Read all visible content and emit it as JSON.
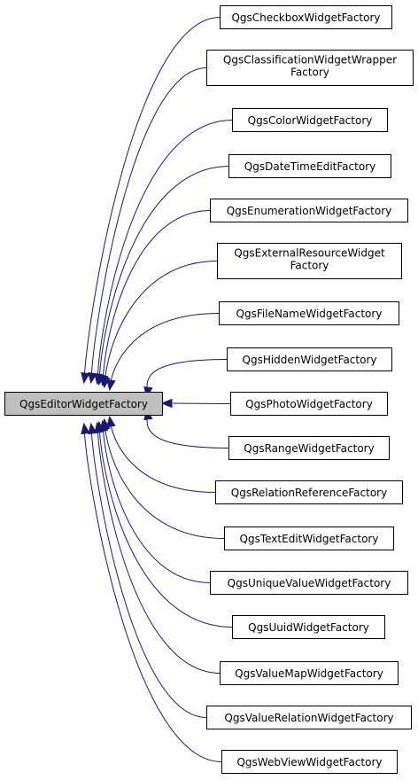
{
  "colors": {
    "edge": "#191970",
    "base_fill": "#bfbfbf",
    "node_fill": "#ffffff"
  },
  "base_class": {
    "name": "QgsEditorWidgetFactory"
  },
  "derived_classes": [
    {
      "name": "QgsCheckboxWidgetFactory",
      "lines": [
        "QgsCheckboxWidgetFactory"
      ]
    },
    {
      "name": "QgsClassificationWidgetWrapperFactory",
      "lines": [
        "QgsClassificationWidgetWrapper",
        "Factory"
      ]
    },
    {
      "name": "QgsColorWidgetFactory",
      "lines": [
        "QgsColorWidgetFactory"
      ]
    },
    {
      "name": "QgsDateTimeEditFactory",
      "lines": [
        "QgsDateTimeEditFactory"
      ]
    },
    {
      "name": "QgsEnumerationWidgetFactory",
      "lines": [
        "QgsEnumerationWidgetFactory"
      ]
    },
    {
      "name": "QgsExternalResourceWidgetFactory",
      "lines": [
        "QgsExternalResourceWidget",
        "Factory"
      ]
    },
    {
      "name": "QgsFileNameWidgetFactory",
      "lines": [
        "QgsFileNameWidgetFactory"
      ]
    },
    {
      "name": "QgsHiddenWidgetFactory",
      "lines": [
        "QgsHiddenWidgetFactory"
      ]
    },
    {
      "name": "QgsPhotoWidgetFactory",
      "lines": [
        "QgsPhotoWidgetFactory"
      ]
    },
    {
      "name": "QgsRangeWidgetFactory",
      "lines": [
        "QgsRangeWidgetFactory"
      ]
    },
    {
      "name": "QgsRelationReferenceFactory",
      "lines": [
        "QgsRelationReferenceFactory"
      ]
    },
    {
      "name": "QgsTextEditWidgetFactory",
      "lines": [
        "QgsTextEditWidgetFactory"
      ]
    },
    {
      "name": "QgsUniqueValueWidgetFactory",
      "lines": [
        "QgsUniqueValueWidgetFactory"
      ]
    },
    {
      "name": "QgsUuidWidgetFactory",
      "lines": [
        "QgsUuidWidgetFactory"
      ]
    },
    {
      "name": "QgsValueMapWidgetFactory",
      "lines": [
        "QgsValueMapWidgetFactory"
      ]
    },
    {
      "name": "QgsValueRelationWidgetFactory",
      "lines": [
        "QgsValueRelationWidgetFactory"
      ]
    },
    {
      "name": "QgsWebViewWidgetFactory",
      "lines": [
        "QgsWebViewWidgetFactory"
      ]
    }
  ]
}
